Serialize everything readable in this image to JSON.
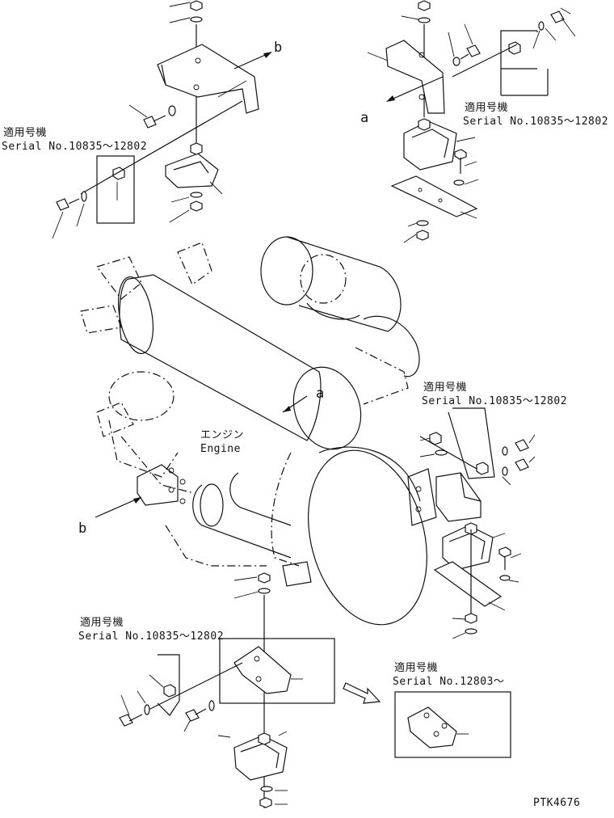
{
  "figure_code": "PTK4676",
  "engine": {
    "label_jp": "エンジン",
    "label_en": "Engine"
  },
  "markers": {
    "a": "a",
    "b": "b"
  },
  "callouts": [
    {
      "id": "top-left",
      "title": "適用号機",
      "serial": "Serial No.10835～12802"
    },
    {
      "id": "top-right",
      "title": "適用号機",
      "serial": "Serial No.10835～12802"
    },
    {
      "id": "mid-right",
      "title": "適用号機",
      "serial": "Serial No.10835～12802"
    },
    {
      "id": "bottom-left",
      "title": "適用号機",
      "serial": "Serial No.10835～12802"
    },
    {
      "id": "bottom-right",
      "title": "適用号機",
      "serial": "Serial No.12803～"
    }
  ]
}
